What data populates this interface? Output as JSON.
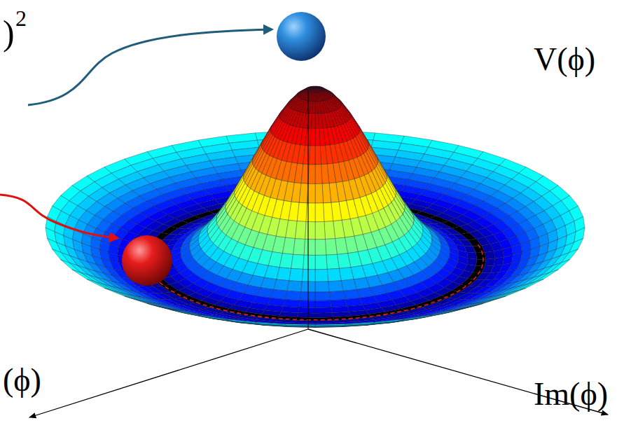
{
  "diagram": {
    "labels": [
      ")",
      "2",
      "V(ϕ)",
      "(ϕ)",
      "Im(ϕ)"
    ]
  }
}
